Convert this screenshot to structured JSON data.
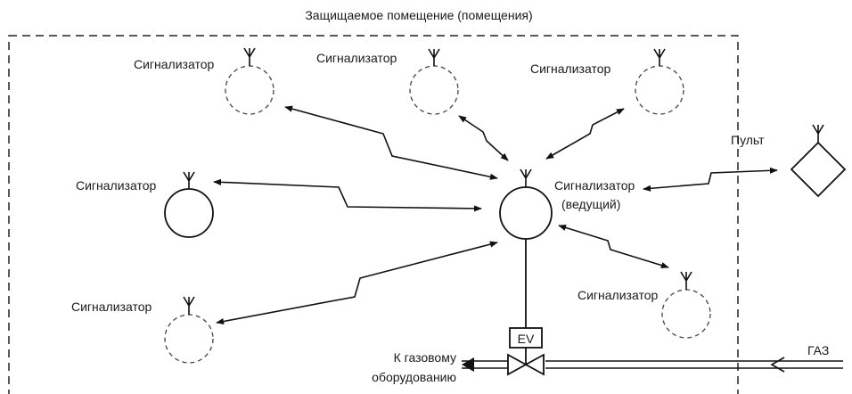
{
  "diagram": {
    "title": "Защищаемое помещение (помещения)",
    "sensors": [
      {
        "label": "Сигнализатор"
      },
      {
        "label": "Сигнализатор"
      },
      {
        "label": "Сигнализатор"
      },
      {
        "label": "Сигнализатор"
      },
      {
        "label": "Сигнализатор"
      },
      {
        "label": "Сигнализатор"
      }
    ],
    "master": {
      "line1": "Сигнализатор",
      "line2": "(ведущий)"
    },
    "console": {
      "label": "Пульт"
    },
    "valve": {
      "label": "EV"
    },
    "gas": {
      "label": "ГАЗ"
    },
    "equipment": {
      "line1": "К газовому",
      "line2": "оборудованию"
    }
  }
}
